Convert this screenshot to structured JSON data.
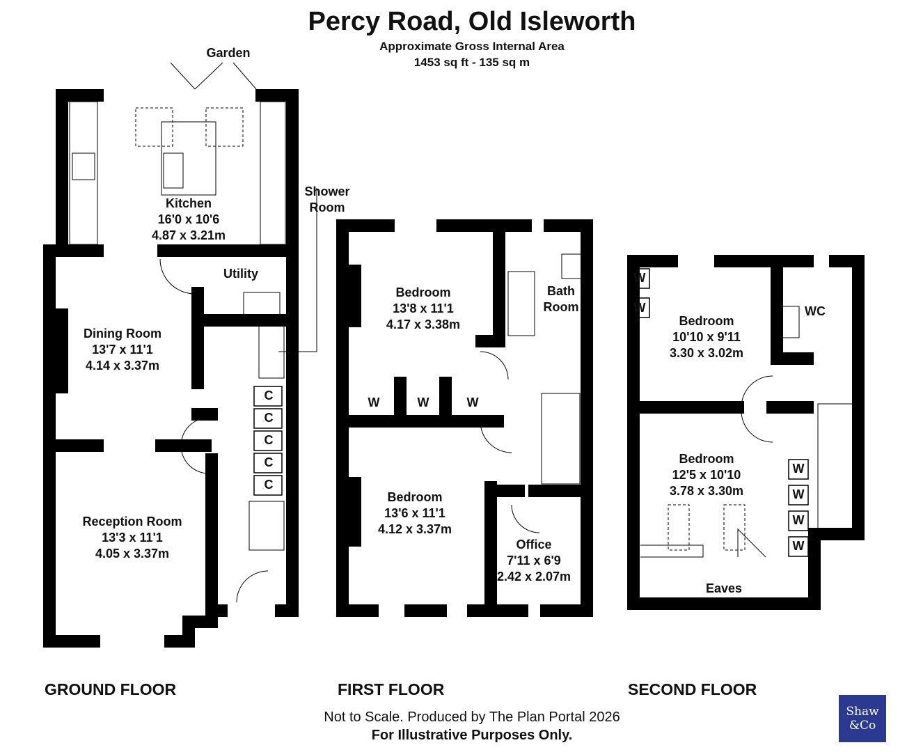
{
  "header": {
    "title": "Percy Road, Old Isleworth",
    "subtitle": "Approximate Gross Internal Area",
    "area": "1453 sq ft - 135 sq m"
  },
  "labels": {
    "garden": "Garden",
    "shower_room": [
      "Shower",
      "Room"
    ]
  },
  "ground_floor": {
    "name": "GROUND FLOOR",
    "rooms": [
      {
        "name": "Kitchen",
        "imperial": "16'0 x 10'6",
        "metric": "4.87 x 3.21m"
      },
      {
        "name": "Utility"
      },
      {
        "name": "Dining Room",
        "imperial": "13'7 x 11'1",
        "metric": "4.14 x 3.37m"
      },
      {
        "name": "Reception Room",
        "imperial": "13'3 x 11'1",
        "metric": "4.05 x 3.37m"
      }
    ],
    "cupboards": [
      "C",
      "C",
      "C",
      "C",
      "C"
    ]
  },
  "first_floor": {
    "name": "FIRST FLOOR",
    "rooms": [
      {
        "name": "Bedroom",
        "imperial": "13'8 x 11'1",
        "metric": "4.17 x 3.38m"
      },
      {
        "name": "Bath",
        "name2": "Room"
      },
      {
        "name": "Bedroom",
        "imperial": "13'6 x 11'1",
        "metric": "4.12 x 3.37m"
      },
      {
        "name": "Office",
        "imperial": "7'11 x 6'9",
        "metric": "2.42 x 2.07m"
      }
    ],
    "wardrobes": [
      "W",
      "W",
      "W"
    ]
  },
  "second_floor": {
    "name": "SECOND FLOOR",
    "rooms": [
      {
        "name": "Bedroom",
        "imperial": "10'10 x 9'11",
        "metric": "3.30 x 3.02m"
      },
      {
        "name": "WC"
      },
      {
        "name": "Bedroom",
        "imperial": "12'5 x 10'10",
        "metric": "3.78 x 3.30m"
      },
      {
        "name": "Eaves"
      }
    ],
    "wardrobes": [
      "W",
      "W",
      "W",
      "W",
      "W",
      "W"
    ]
  },
  "footer": {
    "line1": "Not to Scale. Produced by The Plan Portal 2026",
    "line2": "For Illustrative Purposes Only."
  },
  "logo": {
    "line1": "Shaw",
    "line2": "&Co",
    "color": "#2b3990"
  }
}
